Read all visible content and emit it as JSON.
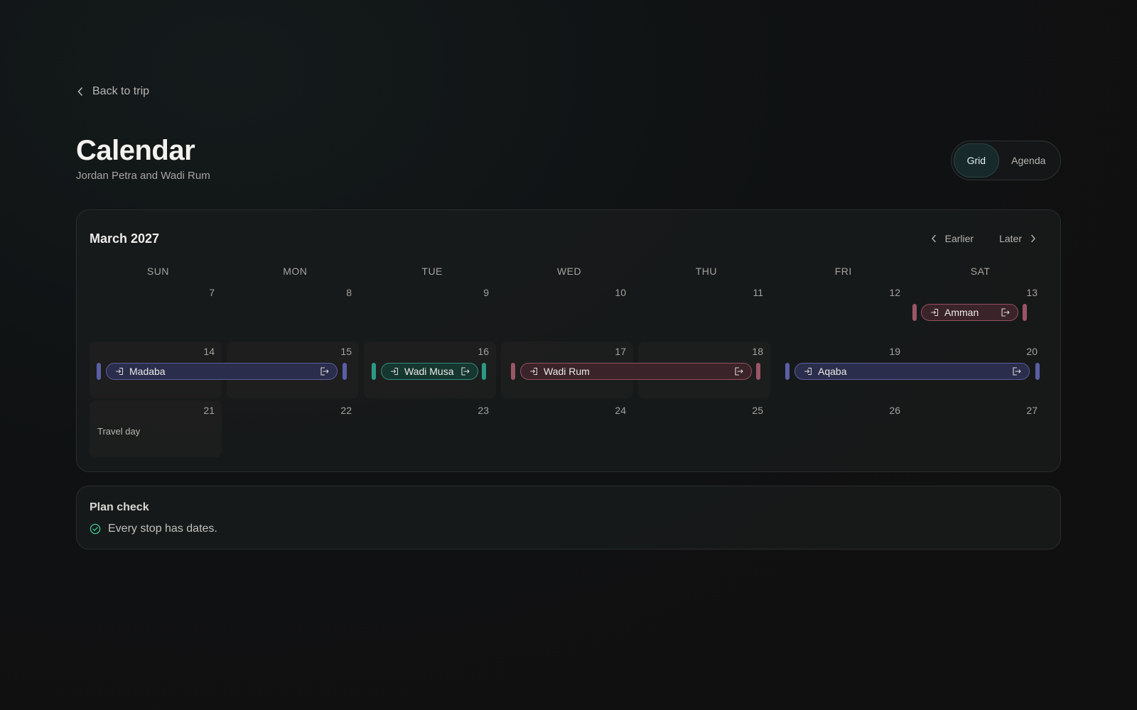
{
  "nav": {
    "back_label": "Back to trip"
  },
  "header": {
    "title": "Calendar",
    "subtitle": "Jordan Petra and Wadi Rum"
  },
  "view_toggle": {
    "grid_label": "Grid",
    "agenda_label": "Agenda",
    "active": "Grid"
  },
  "calendar": {
    "month_title": "March 2027",
    "earlier_label": "Earlier",
    "later_label": "Later",
    "weekdays": [
      "SUN",
      "MON",
      "TUE",
      "WED",
      "THU",
      "FRI",
      "SAT"
    ],
    "weeks": [
      {
        "days": [
          "7",
          "8",
          "9",
          "10",
          "11",
          "12",
          "13"
        ]
      },
      {
        "days": [
          "14",
          "15",
          "16",
          "17",
          "18",
          "19",
          "20"
        ]
      },
      {
        "days": [
          "21",
          "22",
          "23",
          "24",
          "25",
          "26",
          "27"
        ]
      }
    ],
    "notes": {
      "travel_day": "Travel day"
    },
    "stops": [
      {
        "name": "Amman",
        "color": "#9a5566"
      },
      {
        "name": "Madaba",
        "color": "#5a5fa5"
      },
      {
        "name": "Wadi Musa",
        "color": "#2a9a86"
      },
      {
        "name": "Wadi Rum",
        "color": "#9a5566"
      },
      {
        "name": "Aqaba",
        "color": "#5a5fa5"
      }
    ]
  },
  "plan_check": {
    "title": "Plan check",
    "message": "Every stop has dates.",
    "status_color": "#3fbf8f"
  }
}
